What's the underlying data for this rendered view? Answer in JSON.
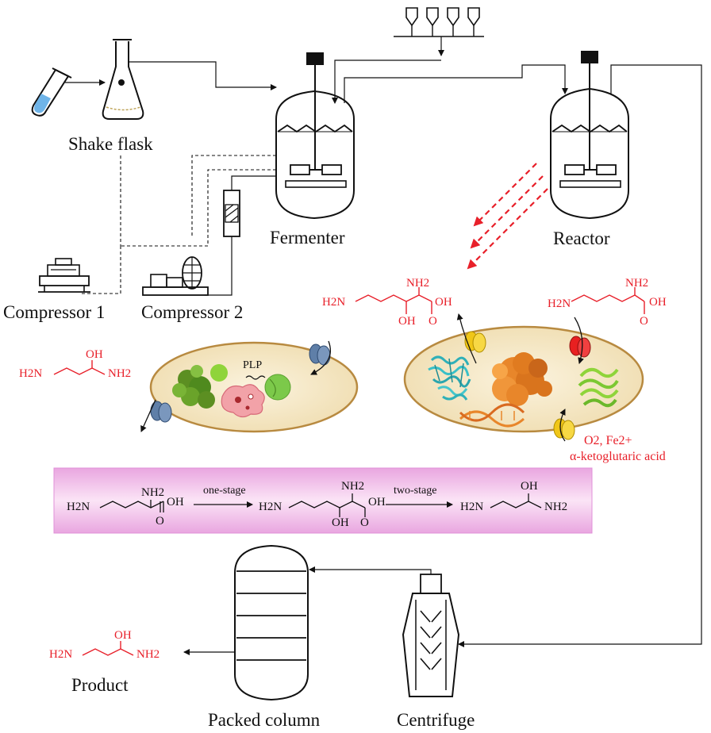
{
  "labels": {
    "shake_flask": "Shake flask",
    "fermenter": "Fermenter",
    "reactor": "Reactor",
    "compressor1": "Compressor 1",
    "compressor2": "Compressor 2",
    "product": "Product",
    "packed_column": "Packed column",
    "centrifuge": "Centrifuge"
  },
  "cell_left": {
    "cofactor": "PLP"
  },
  "cell_right": {
    "inputs_line1": "O2, Fe2+",
    "inputs_line2": "α-ketoglutaric acid"
  },
  "pathway": {
    "step1": "one-stage",
    "step2": "two-stage"
  },
  "groups": {
    "h2n": "H2N",
    "nh2": "NH2",
    "oh": "OH",
    "o": "O"
  },
  "colors": {
    "highlight": "#e8202a",
    "pathway_bg": "#f6c8f0",
    "cell_fill": "#f5e8c4"
  }
}
